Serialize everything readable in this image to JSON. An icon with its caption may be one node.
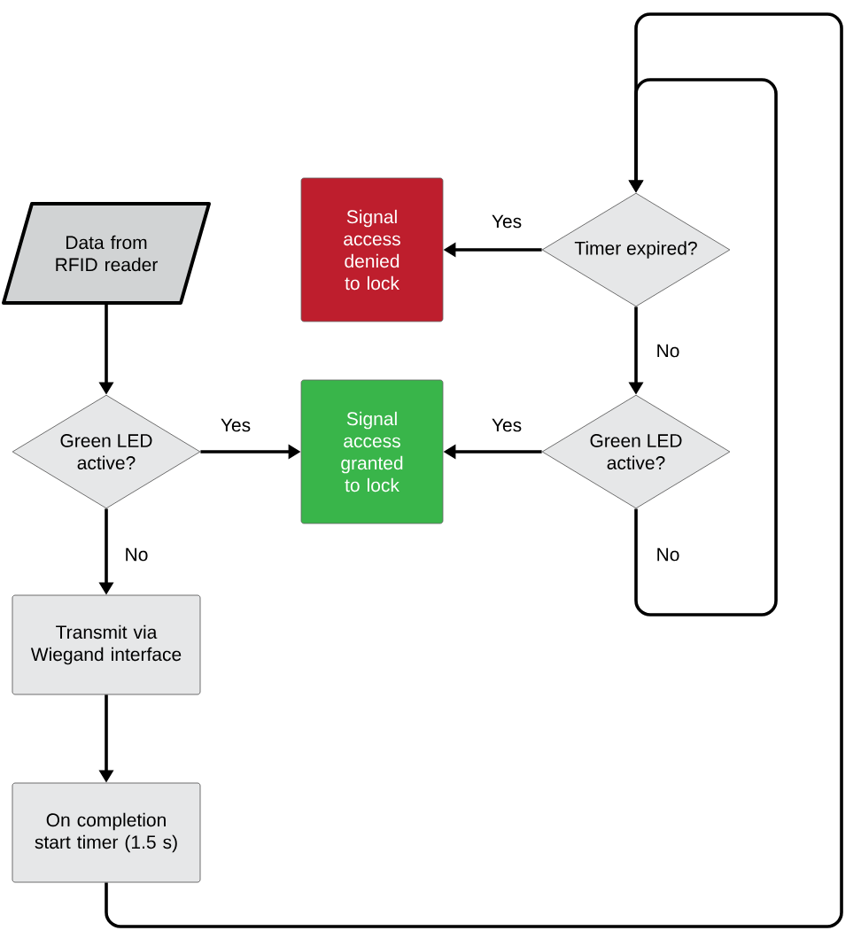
{
  "diagram": {
    "nodes": [
      {
        "text": [
          "Data from RFID reader"
        ]
      },
      {
        "text": [
          "Green LED active?"
        ]
      },
      {
        "text": [
          "Signal access denied to lock"
        ]
      },
      {
        "text": [
          "Timer expired?"
        ]
      },
      {
        "text": [
          "Signal access granted to lock"
        ]
      },
      {
        "text": [
          "Green LED active?"
        ]
      },
      {
        "text": [
          "Transmit via Wiegand interface"
        ]
      },
      {
        "text": [
          "On completion start timer (1.5 s)"
        ]
      }
    ],
    "edges": [
      {
        "from": 0,
        "to": 1,
        "arrow": "to"
      },
      {
        "from": 1,
        "to": 4,
        "arrow": "to",
        "label": "Yes"
      },
      {
        "from": 1,
        "to": 6,
        "arrow": "to",
        "label": "No"
      },
      {
        "from": 6,
        "to": 7,
        "arrow": "to"
      },
      {
        "from": 3,
        "to": 2,
        "arrow": "to",
        "label": "Yes"
      },
      {
        "from": 3,
        "to": 5,
        "arrow": "to",
        "label": "No"
      },
      {
        "from": 5,
        "to": 4,
        "arrow": "to",
        "label": "Yes"
      },
      {
        "from": 5,
        "to": 3,
        "arrow": "to",
        "label": "No"
      },
      {
        "from": 7,
        "to": 3,
        "arrow": "to"
      }
    ]
  }
}
